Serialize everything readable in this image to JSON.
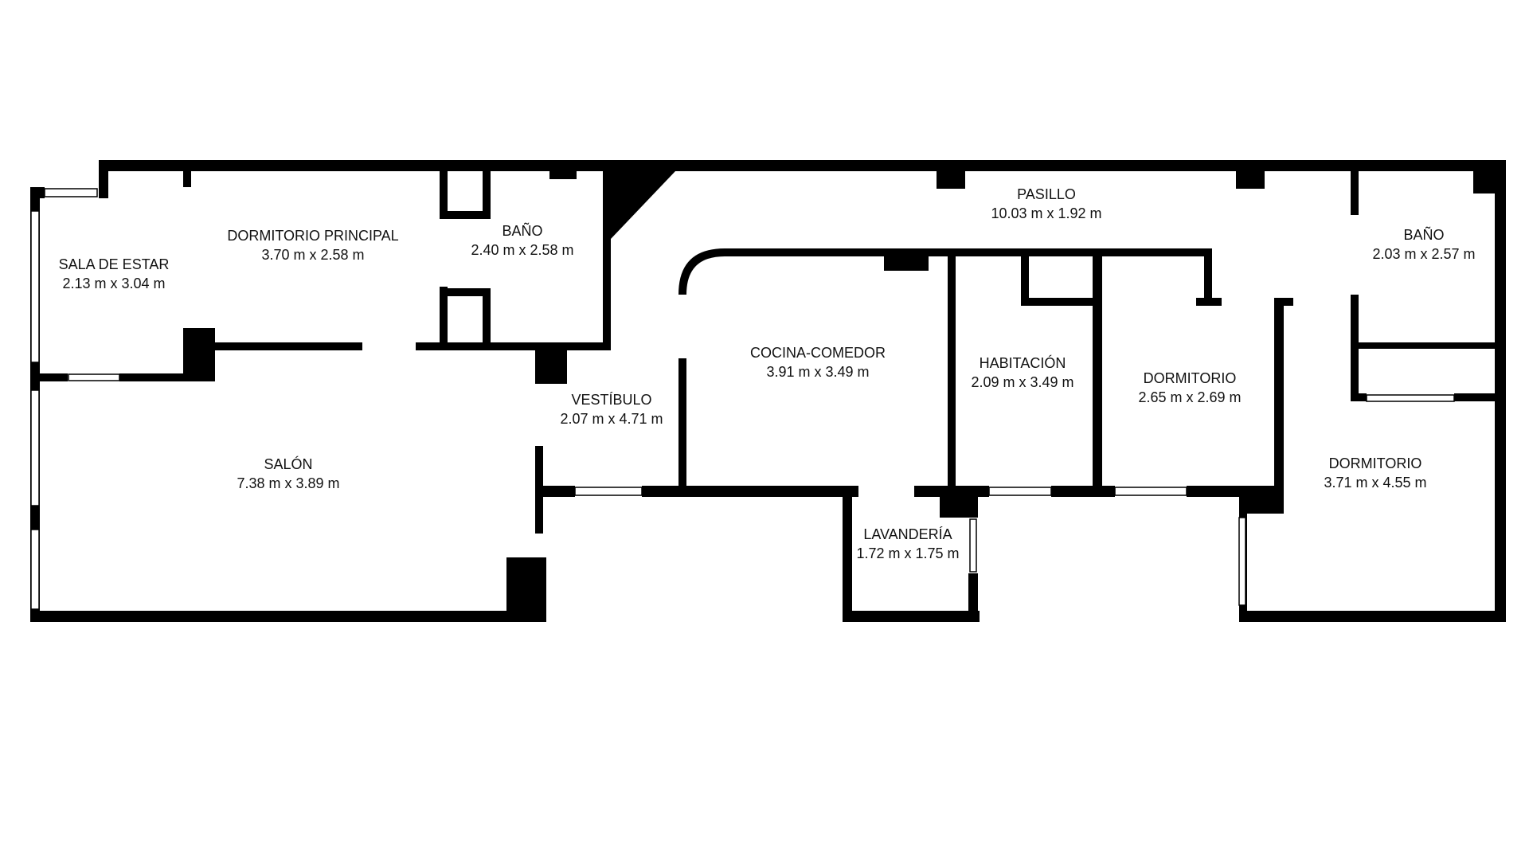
{
  "colors": {
    "wall": "#000000",
    "background": "#ffffff",
    "window": "#ffffff",
    "text": "#111111"
  },
  "rooms": [
    {
      "id": "sala-de-estar",
      "name": "SALA DE ESTAR",
      "size": "2.13 m x 3.04 m"
    },
    {
      "id": "dormitorio-principal",
      "name": "DORMITORIO PRINCIPAL",
      "size": "3.70 m x 2.58 m"
    },
    {
      "id": "bano-1",
      "name": "BAÑO",
      "size": "2.40 m x 2.58 m"
    },
    {
      "id": "pasillo",
      "name": "PASILLO",
      "size": "10.03 m x 1.92 m"
    },
    {
      "id": "bano-2",
      "name": "BAÑO",
      "size": "2.03 m x 2.57 m"
    },
    {
      "id": "salon",
      "name": "SALÓN",
      "size": "7.38 m x 3.89 m"
    },
    {
      "id": "vestibulo",
      "name": "VESTÍBULO",
      "size": "2.07 m x 4.71 m"
    },
    {
      "id": "cocina-comedor",
      "name": "COCINA-COMEDOR",
      "size": "3.91 m x 3.49 m"
    },
    {
      "id": "habitacion",
      "name": "HABITACIÓN",
      "size": "2.09 m x 3.49 m"
    },
    {
      "id": "dormitorio-1",
      "name": "DORMITORIO",
      "size": "2.65 m x 2.69 m"
    },
    {
      "id": "dormitorio-2",
      "name": "DORMITORIO",
      "size": "3.71 m x 4.55 m"
    },
    {
      "id": "lavanderia",
      "name": "LAVANDERÍA",
      "size": "1.72 m x 1.75 m"
    }
  ]
}
